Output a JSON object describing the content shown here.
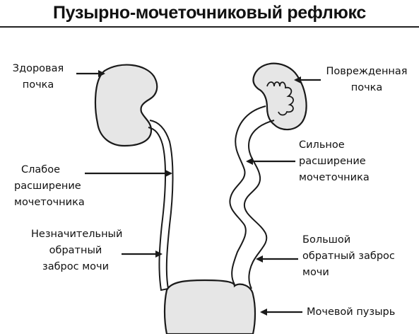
{
  "title": "Пузырно-мочеточниковый рефлюкс",
  "labels": {
    "healthy_kidney": [
      "Здоровая",
      "почка"
    ],
    "damaged_kidney": [
      "Поврежденная",
      "почка"
    ],
    "mild_dilation": [
      "Слабое",
      "расширение",
      "мочеточника"
    ],
    "severe_dilation": [
      "Сильное",
      "расширение",
      "мочеточника"
    ],
    "minor_reflux": [
      "Незначительный",
      "обратный",
      "заброс мочи"
    ],
    "major_reflux": [
      "Большой",
      "обратный заброс",
      "мочи"
    ],
    "bladder": [
      "Мочевой пузырь"
    ]
  },
  "colors": {
    "organ_fill": "#e6e6e6",
    "outline": "#1a1a1a",
    "arrow": "#1a1a1a"
  }
}
